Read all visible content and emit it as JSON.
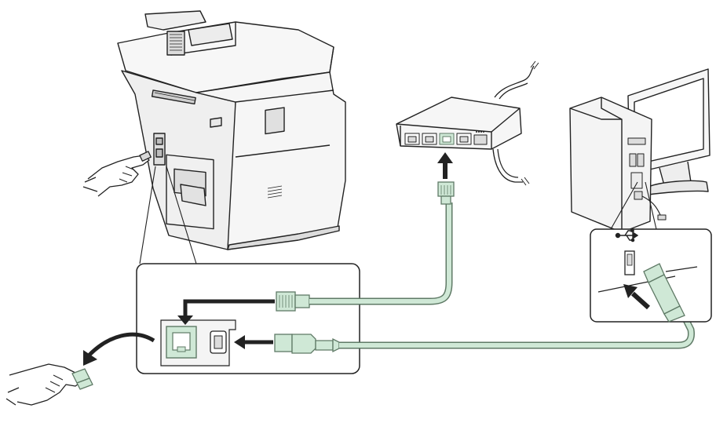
{
  "diagram": {
    "colors": {
      "stroke": "#222222",
      "cable": "#cfe8d6",
      "cable_edge": "#5f7a66",
      "fill_light": "#f4f4f4",
      "fill_mid": "#e6e6e6",
      "shadow": "#bdbdbd"
    },
    "icons": {
      "usb": "usb-icon",
      "insert_arrow": "arrow-icon",
      "remove_arrow": "curved-arrow-icon"
    },
    "components": [
      "multifunction-printer",
      "network-hub",
      "desktop-computer",
      "lan-cable",
      "usb-cable"
    ]
  }
}
